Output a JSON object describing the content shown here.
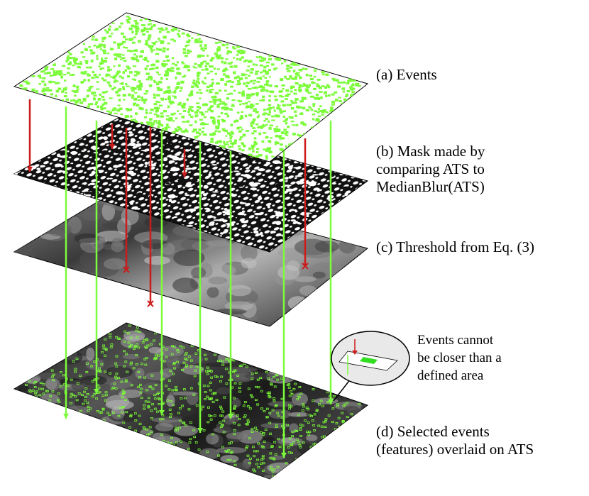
{
  "layers": [
    {
      "id": "a",
      "label": "(a) Events",
      "style": "events"
    },
    {
      "id": "b",
      "label_lines": [
        "(b) Mask made by",
        "comparing ATS to",
        "MedianBlur(ATS)"
      ],
      "style": "mask"
    },
    {
      "id": "c",
      "label": "(c) Threshold from Eq. (3)",
      "style": "blur"
    },
    {
      "id": "d",
      "label_lines": [
        "(d) Selected events",
        "(features) overlaid on ATS"
      ],
      "style": "ats"
    }
  ],
  "callout": {
    "lines": [
      "Events cannot",
      "be closer than a",
      "defined area"
    ]
  },
  "colors": {
    "event_green": "#7cfc3a",
    "rejected_red": "#cc1b1b",
    "mask_dark": "#111111",
    "mask_light": "#ffffff",
    "blur_gray": "#6e6e6e",
    "ats_dark": "#1a1a1a"
  }
}
